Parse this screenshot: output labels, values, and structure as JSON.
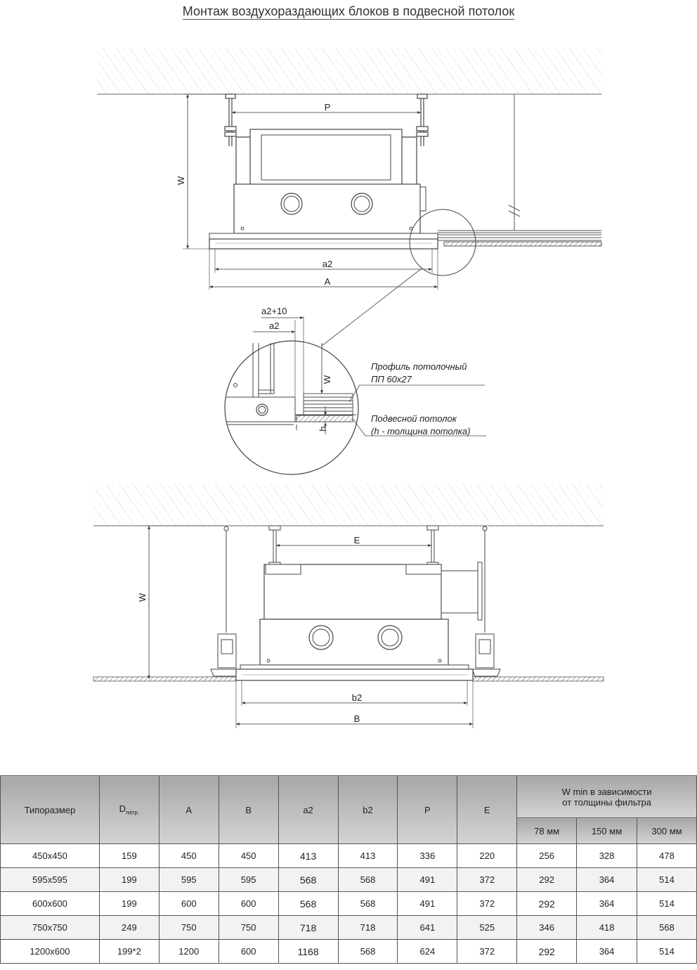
{
  "title": "Монтаж воздухораздающих блоков в подвесной потолок",
  "labels": {
    "P": "P",
    "W": "W",
    "a2": "a2",
    "A": "A",
    "a2_10": "a2+10",
    "h": "h",
    "E": "E",
    "b2": "b2",
    "B": "B"
  },
  "notes": {
    "profile_line1": "Профиль потолочный",
    "profile_line2": "ПП 60x27",
    "ceiling_line1": "Подвесной потолок",
    "ceiling_line2": "(h - толщина потолка)"
  },
  "table": {
    "headers": {
      "size": "Типоразмер",
      "d_main": "D",
      "d_sub": "патр.",
      "A": "A",
      "B": "B",
      "a2": "a2",
      "b2": "b2",
      "P": "P",
      "E": "E",
      "wmin_line1": "W min в зависимости",
      "wmin_line2": "от толщины фильтра",
      "f78": "78 мм",
      "f150": "150 мм",
      "f300": "300 мм"
    },
    "rows": [
      {
        "size": "450x450",
        "d": "159",
        "A": "450",
        "B": "450",
        "a2": "413",
        "b2": "413",
        "P": "336",
        "E": "220",
        "w78": "256",
        "w150": "328",
        "w300": "478"
      },
      {
        "size": "595x595",
        "d": "199",
        "A": "595",
        "B": "595",
        "a2": "568",
        "b2": "568",
        "P": "491",
        "E": "372",
        "w78": "292",
        "w150": "364",
        "w300": "514"
      },
      {
        "size": "600x600",
        "d": "199",
        "A": "600",
        "B": "600",
        "a2": "568",
        "b2": "568",
        "P": "491",
        "E": "372",
        "w78": "292",
        "w150": "364",
        "w300": "514"
      },
      {
        "size": "750x750",
        "d": "249",
        "A": "750",
        "B": "750",
        "a2": "718",
        "b2": "718",
        "P": "641",
        "E": "525",
        "w78": "346",
        "w150": "418",
        "w300": "568"
      },
      {
        "size": "1200x600",
        "d": "199*2",
        "A": "1200",
        "B": "600",
        "a2": "1168",
        "b2": "568",
        "P": "624",
        "E": "372",
        "w78": "292",
        "w150": "364",
        "w300": "514"
      }
    ]
  }
}
